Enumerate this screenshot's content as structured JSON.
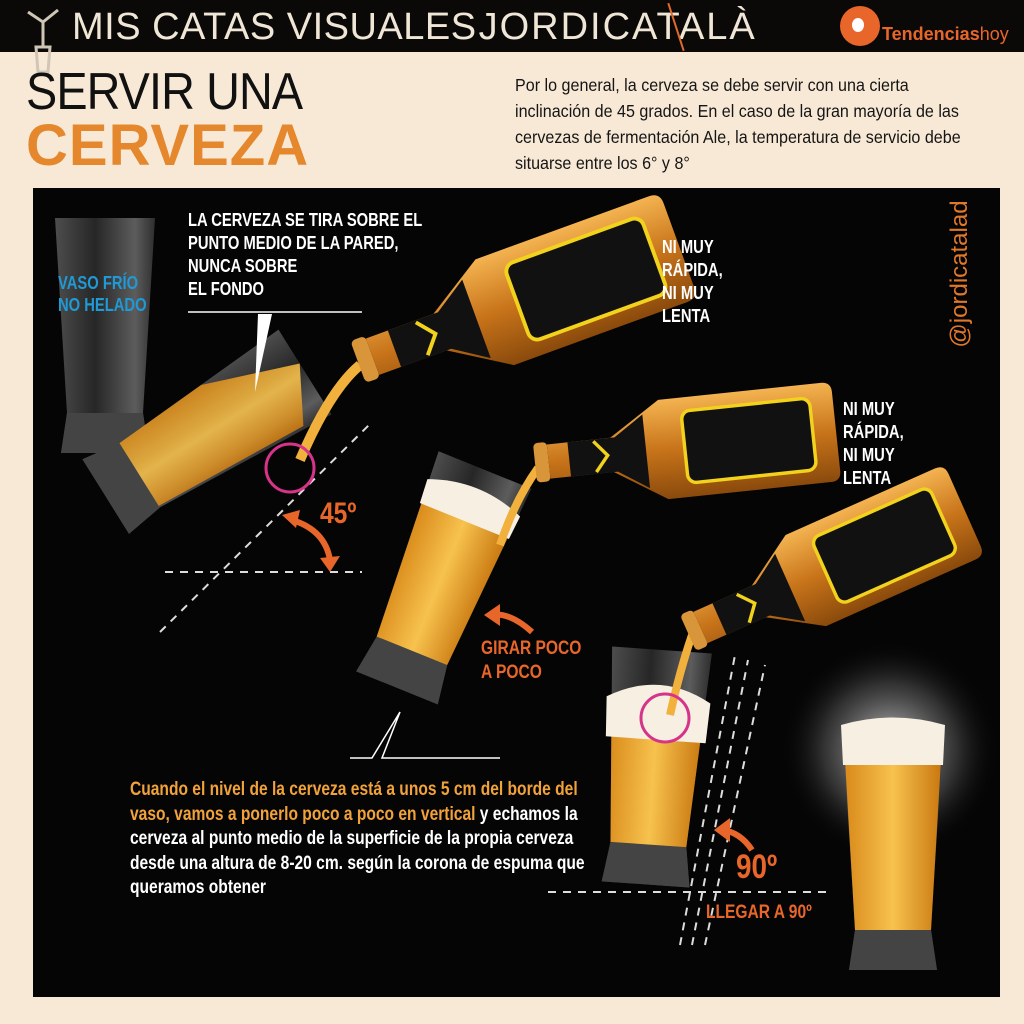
{
  "header": {
    "brand": "MIS CATAS VISUALES",
    "signature": "JORDICATALÀ",
    "logo_main": "Tendencias",
    "logo_suffix": "hoy"
  },
  "title": {
    "line1": "SERVIR UNA",
    "line2": "CERVEZA"
  },
  "intro": "Por lo general, la cerveza se debe servir con una cierta inclinación de 45 grados. En el caso de la gran mayoría de las cervezas de fermentación Ale, la temperatura de servicio debe situarse entre los 6° y 8°",
  "panel": {
    "handle": "@jordicatalad",
    "glass_note": "VASO FRÍO\nNO HELADO",
    "pour_note": "LA CERVEZA SE TIRA SOBRE EL\nPUNTO MEDIO DE LA PARED,\nNUNCA SOBRE\nEL FONDO",
    "speed_note_1": "NI MUY\nRÁPIDA,\nNI MUY\nLENTA",
    "speed_note_2": "NI MUY\nRÁPIDA,\nNI MUY\nLENTA",
    "angle_45": "45º",
    "turn_note": "GIRAR POCO\nA POCO",
    "angle_90": "90º",
    "reach_note": "LLEGAR A 90º",
    "bottom_highlight": "Cuando el nivel de la cerveza está a unos 5 cm del borde del vaso, vamos a ponerlo poco a poco en vertical",
    "bottom_rest": " y echamos la cerveza al punto medio de la superficie de la propia cerveza desde una altura de 8-20 cm. según la corona de espuma que queramos obtener"
  },
  "colors": {
    "accent": "#e5872c",
    "orange": "#e8662a",
    "blue": "#1f9ad6",
    "cream": "#f8e9d6",
    "highlight_circle": "#d6338a"
  }
}
